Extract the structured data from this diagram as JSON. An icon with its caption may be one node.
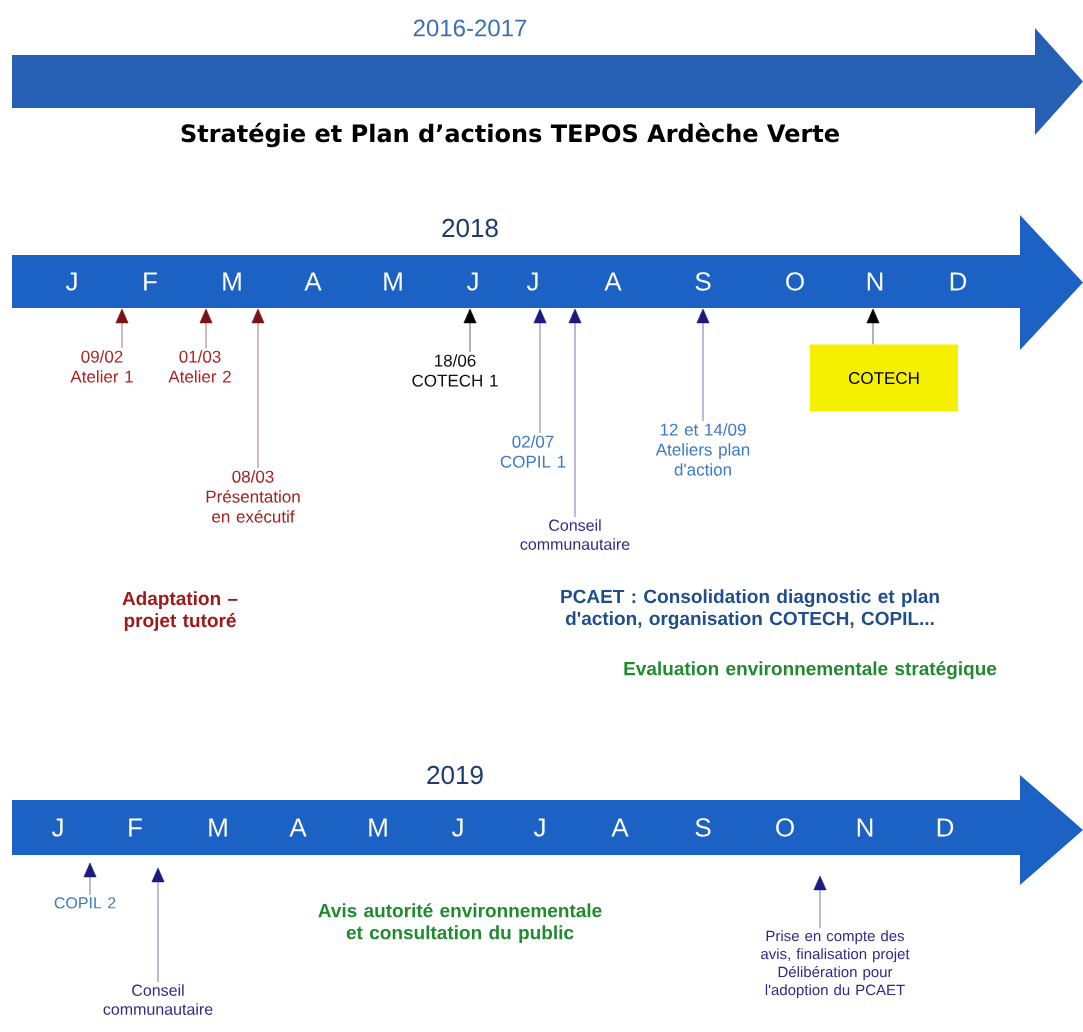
{
  "diagram": {
    "nodes": [
      {
        "text": [
          "2016-2017",
          "Stratégie et Plan d’actions TEPOS Ardèche Verte"
        ]
      },
      {
        "text": [
          "2018",
          "J",
          "F",
          "M",
          "A",
          "M",
          "J",
          "J",
          "A",
          "S",
          "O",
          "N",
          "D"
        ]
      },
      {
        "text": [
          "09/02",
          "Atelier 1"
        ]
      },
      {
        "text": [
          "01/03",
          "Atelier 2"
        ]
      },
      {
        "text": [
          "08/03",
          "Présentation en exécutif"
        ]
      },
      {
        "text": [
          "18/06",
          "COTECH 1"
        ]
      },
      {
        "text": [
          "02/07",
          "COPIL 1"
        ]
      },
      {
        "text": [
          "Conseil communautaire"
        ]
      },
      {
        "text": [
          "12 et 14/09",
          "Ateliers plan d'action"
        ]
      },
      {
        "text": [
          "COTECH"
        ]
      },
      {
        "text": [
          "2019",
          "J",
          "F",
          "M",
          "A",
          "M",
          "J",
          "J",
          "A",
          "S",
          "O",
          "N",
          "D"
        ]
      },
      {
        "text": [
          "COPIL 2"
        ]
      },
      {
        "text": [
          "Conseil communautaire"
        ]
      },
      {
        "text": [
          "Prise en compte des avis, finalisation projet",
          "Délibération pour l'adoption du PCAET"
        ]
      }
    ],
    "edges": [
      {
        "from": 2,
        "to": 1,
        "arrow": "to",
        "color": "#7a1414"
      },
      {
        "from": 3,
        "to": 1,
        "arrow": "to",
        "color": "#7a1414"
      },
      {
        "from": 4,
        "to": 1,
        "arrow": "to",
        "color": "#7a1414"
      },
      {
        "from": 5,
        "to": 1,
        "arrow": "to",
        "color": "#000000"
      },
      {
        "from": 6,
        "to": 1,
        "arrow": "to"
      },
      {
        "from": 7,
        "to": 1,
        "arrow": "to"
      },
      {
        "from": 8,
        "to": 1,
        "arrow": "to"
      },
      {
        "from": 9,
        "to": 1,
        "arrow": "to",
        "color": "#000000"
      },
      {
        "from": 11,
        "to": 10,
        "arrow": "to"
      },
      {
        "from": 12,
        "to": 10,
        "arrow": "to"
      },
      {
        "from": 13,
        "to": 10,
        "arrow": "to"
      }
    ],
    "labels": [
      "Adaptation – projet tutoré",
      "PCAET : Consolidation diagnostic et plan d'action, organisation COTECH, COPIL...",
      "Evaluation environnementale stratégique",
      "Avis autorité environnementale et consultation du public"
    ]
  }
}
